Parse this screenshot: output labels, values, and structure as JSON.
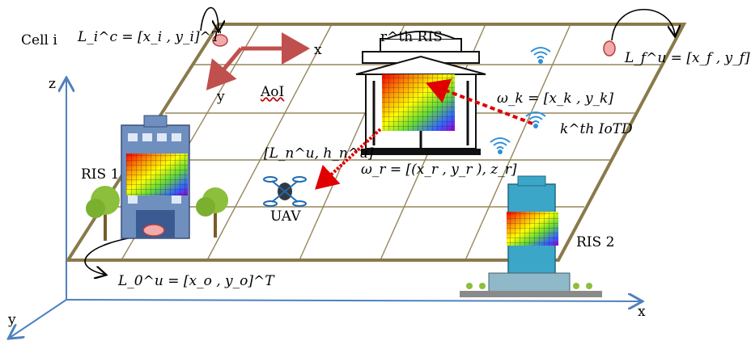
{
  "labels": {
    "cell": "Cell i",
    "cell_location": "L_i^c = [x_i , y_i]^T",
    "start_location": "L_0^u = [x_o , y_o]^T",
    "final_location": "L_f^u = [x_f , y_f]^T",
    "ris_rth": "r^th RIS",
    "ris1": "RIS 1",
    "ris2": "RIS 2",
    "aoi": "AoI",
    "uav": "UAV",
    "uav_state": "[L_n^u, h_n^u]",
    "omega_k": "ω_k = [x_k , y_k]",
    "kth_iotd": "k^th IoTD",
    "omega_r": "ω_r = [(x_r , y_r ), z_r]",
    "axis_z": "z",
    "axis_y": "y",
    "axis_x": "x",
    "local_x": "x",
    "local_y": "y"
  },
  "colors": {
    "plane_border": "#8a7a4a",
    "grid_line": "#8a7a4a",
    "axis": "#4f81bd",
    "local_axis": "#c0504d",
    "signal_arrow": "#e00000",
    "wifi": "#2f8fd8"
  },
  "icons": [
    "building-icon",
    "tower-icon",
    "hall-icon",
    "uav-icon",
    "wifi-icon",
    "tree-icon",
    "ris-panel-icon"
  ]
}
